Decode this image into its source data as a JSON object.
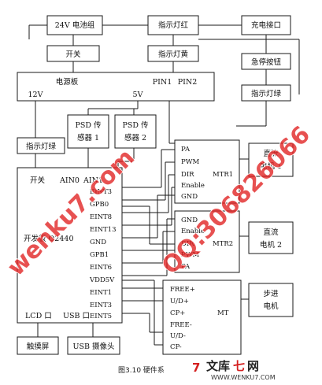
{
  "boxes": {
    "battery": "24V 电池组",
    "indicator_red": "指示灯红",
    "charge_port": "充电接口",
    "switch_top": "开关",
    "indicator_yellow": "指示灯黄",
    "estop": "急停按钮",
    "indicator_green_right": "指示灯绿",
    "indicator_green_left": "指示灯绿",
    "psd1": [
      "PSD 传",
      "感器 1"
    ],
    "psd2": [
      "PSD 传",
      "感器 2"
    ],
    "touchscreen": "触摸屏",
    "usb_camera": "USB 摄像头",
    "dc_motor_1": [
      "直流",
      "电机 1"
    ],
    "dc_motor_2": [
      "直流",
      "电机 2"
    ],
    "stepper_motor": [
      "步进",
      "电机"
    ]
  },
  "power_board": {
    "title": "电源板",
    "v12": "12V",
    "v5": "5V",
    "pin1": "PIN1",
    "pin2": "PIN2"
  },
  "dev_board": {
    "title": "开发板 Q2440",
    "switch": "开关",
    "ain0": "AIN0",
    "ain1": "AIN1",
    "pins": [
      "EINT3",
      "GPB0",
      "EINT8",
      "EINT13",
      "GND",
      "GPB1",
      "EINT6",
      "VDD5V",
      "EINT1",
      "EINT3",
      "EINT5"
    ],
    "lcd_port": "LCD 口",
    "usb_port": "USB 口"
  },
  "mtr1": {
    "name": "MTR1",
    "pins": [
      "PA",
      "PWM",
      "DIR",
      "Enable",
      "GND"
    ]
  },
  "mtr2": {
    "name": "MTR2",
    "pins": [
      "GND",
      "Enable",
      "DIR",
      "PWM",
      "PA"
    ]
  },
  "mt": {
    "name": "MT",
    "pins": [
      "FREE+",
      "U/D+",
      "CP+",
      "FREE-",
      "U/D-",
      "CP-"
    ]
  },
  "caption": "图3.10  硬件系",
  "watermark": {
    "left": "wenku7.com",
    "right": "QQ:306826066",
    "logo_cn": [
      "文库",
      "七",
      "网"
    ],
    "logo_url": "WWW.WENKU7.COM"
  }
}
